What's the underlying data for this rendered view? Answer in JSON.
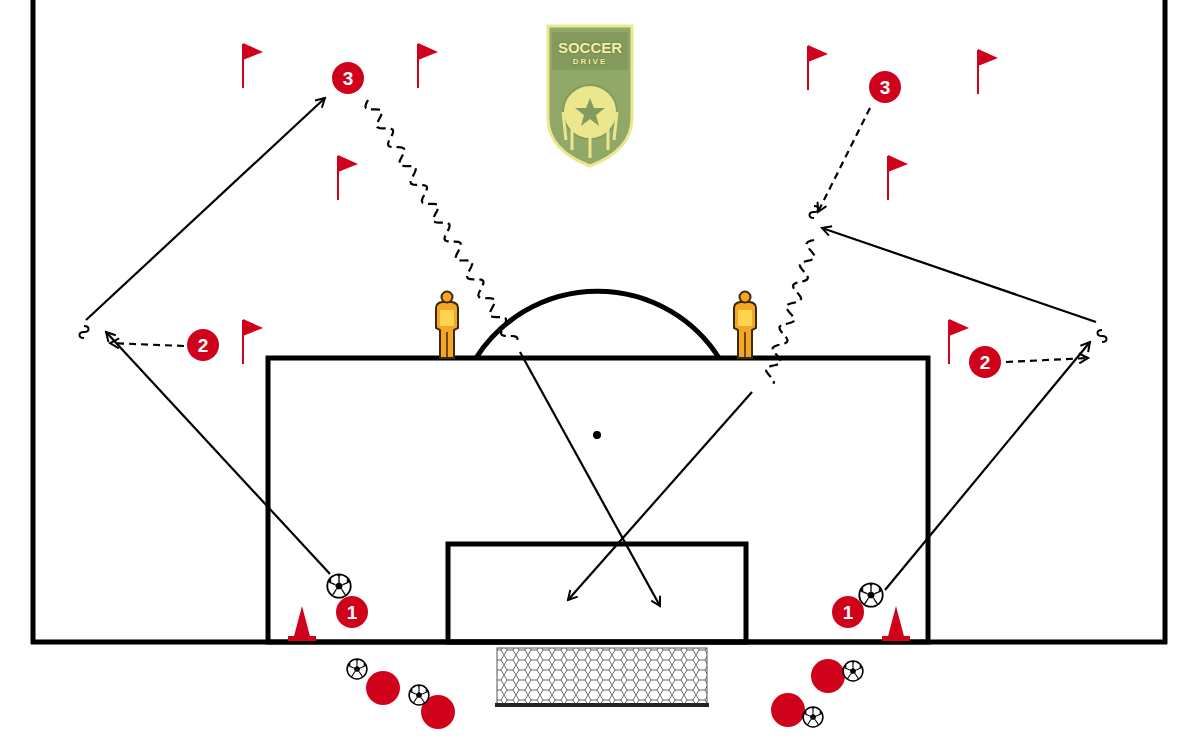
{
  "diagram": {
    "nodes": [
      {
        "text": [
          "3"
        ]
      },
      {
        "text": [
          "3"
        ]
      },
      {
        "text": [
          "2"
        ]
      },
      {
        "text": [
          "2"
        ]
      },
      {
        "text": [
          "1"
        ]
      },
      {
        "text": [
          "1"
        ]
      }
    ],
    "labels": [
      "SOCCER",
      "DRIVE"
    ]
  }
}
